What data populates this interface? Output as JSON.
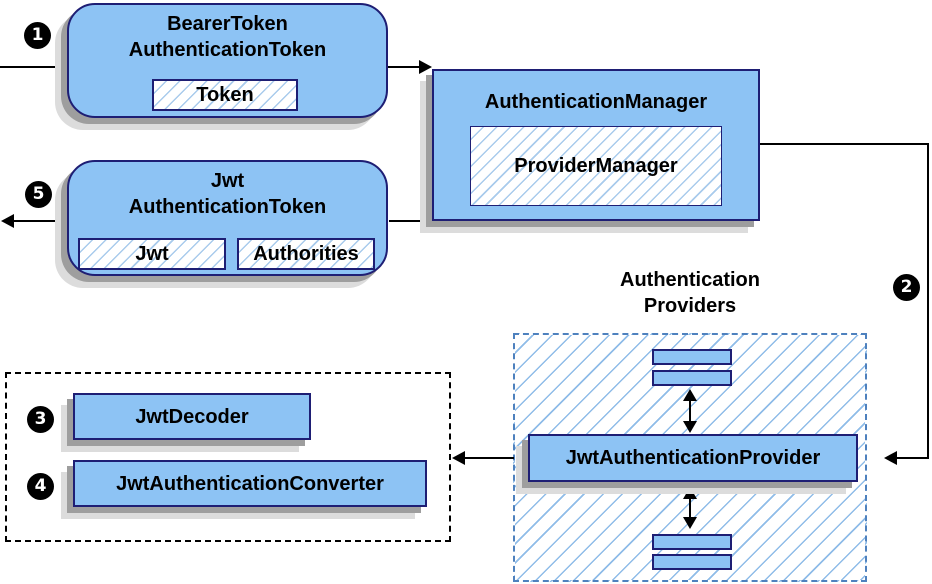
{
  "steps": {
    "s1": "1",
    "s2": "2",
    "s3": "3",
    "s4": "4",
    "s5": "5"
  },
  "nodes": {
    "bearer_token": {
      "title_line1": "BearerToken",
      "title_line2": "AuthenticationToken",
      "inner_label": "Token"
    },
    "authentication_manager": {
      "title": "AuthenticationManager",
      "inner_label": "ProviderManager"
    },
    "jwt_authentication_token": {
      "title_line1": "Jwt",
      "title_line2": "AuthenticationToken",
      "inner_left_label": "Jwt",
      "inner_right_label": "Authorities"
    },
    "authentication_providers": {
      "group_label_line1": "Authentication",
      "group_label_line2": "Providers",
      "provider_label": "JwtAuthenticationProvider"
    },
    "jwt_converters": {
      "decoder_label": "JwtDecoder",
      "converter_label": "JwtAuthenticationConverter"
    }
  },
  "colors": {
    "node_fill": "#8DC3F4",
    "node_border": "#1E1E74",
    "hatch_line": "#A9CBEC",
    "providers_hatch_line": "#8FBCE8",
    "dashed_blue_border": "#4E81BE",
    "dashed_black_border": "#000000",
    "arrow": "#000000",
    "shadow_dark": "#9E9E9E",
    "shadow_light": "#DCDCDC",
    "badge_background": "#000000",
    "badge_text": "#FFFFFF"
  }
}
